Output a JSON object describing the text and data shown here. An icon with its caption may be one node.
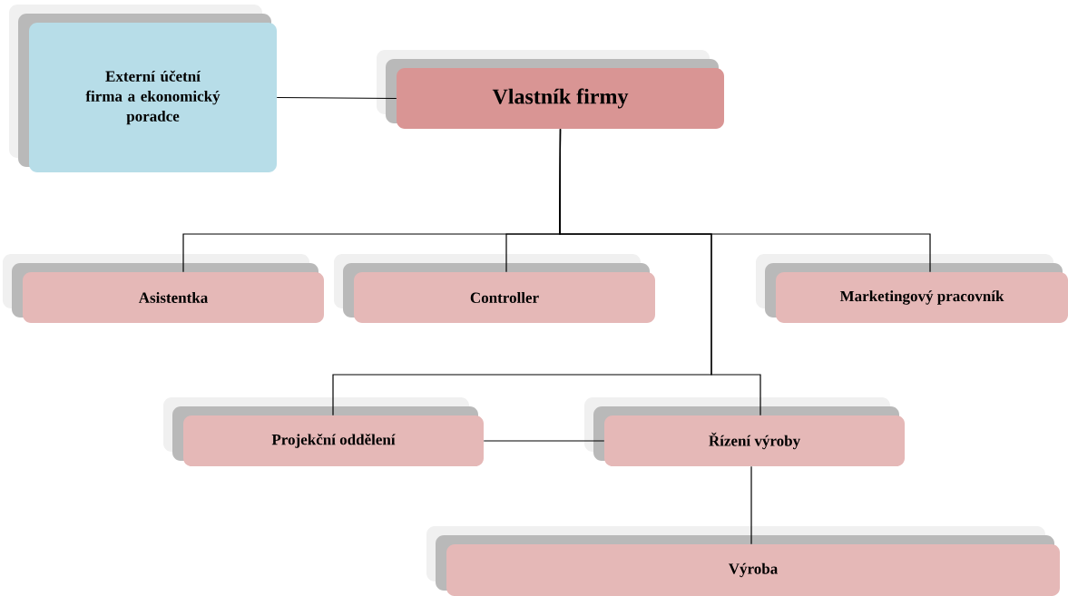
{
  "diagram": {
    "nodes": [
      {
        "text": [
          "Externí účetní firma a ekonomický poradce"
        ]
      },
      {
        "text": [
          "Vlastník firmy"
        ]
      },
      {
        "text": [
          "Asistentka"
        ]
      },
      {
        "text": [
          "Controller"
        ]
      },
      {
        "text": [
          "Marketingový pracovník"
        ]
      },
      {
        "text": [
          "Projekční oddělení"
        ]
      },
      {
        "text": [
          "Řízení výroby"
        ]
      },
      {
        "text": [
          "Výroba"
        ]
      }
    ],
    "edges": [
      {
        "from": 0,
        "to": 1,
        "arrow": "none"
      },
      {
        "from": 1,
        "to": 2,
        "arrow": "none"
      },
      {
        "from": 1,
        "to": 3,
        "arrow": "none"
      },
      {
        "from": 1,
        "to": 4,
        "arrow": "none"
      },
      {
        "from": 1,
        "to": 5,
        "arrow": "none"
      },
      {
        "from": 1,
        "to": 6,
        "arrow": "none"
      },
      {
        "from": 5,
        "to": 6,
        "arrow": "none"
      },
      {
        "from": 6,
        "to": 7,
        "arrow": "none"
      }
    ]
  }
}
